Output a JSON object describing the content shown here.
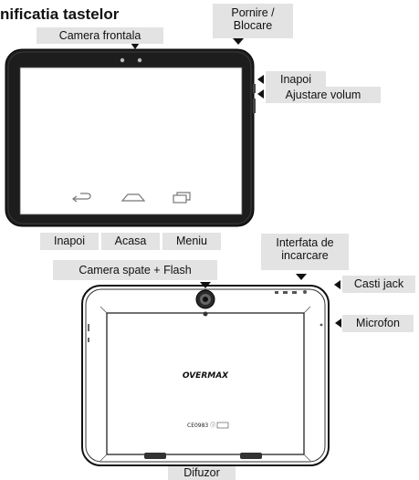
{
  "title": "nificatia tastelor",
  "front_labels": {
    "camera_frontala": "Camera frontala",
    "pornire_line1": "Pornire /",
    "pornire_line2": "Blocare",
    "inapoi_side": "Inapoi",
    "ajustare_volum": "Ajustare volum",
    "inapoi_bottom": "Inapoi",
    "acasa": "Acasa",
    "meniu": "Meniu"
  },
  "back_labels": {
    "interfata_line1": "Interfata de",
    "interfata_line2": "incarcare",
    "camera_spate": "Camera spate + Flash",
    "casti_jack": "Casti jack",
    "microfon": "Microfon",
    "difuzor": "Difuzor"
  },
  "brand_logo": "OVERMAX",
  "back_marking": "CE0983 ⓘ"
}
